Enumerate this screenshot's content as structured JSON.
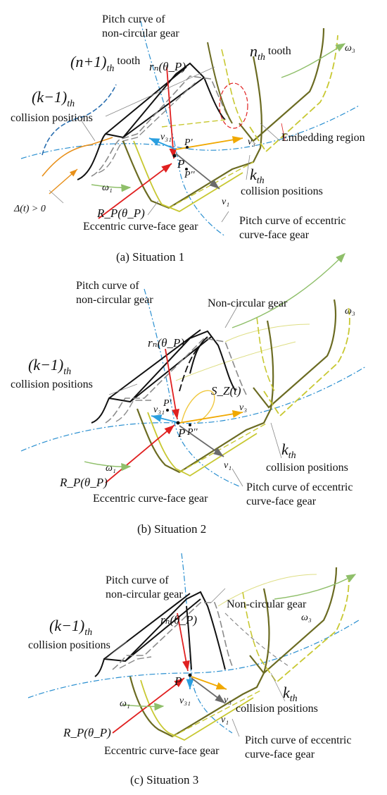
{
  "panels": [
    {
      "caption": "(a) Situation 1",
      "labels": {
        "pitch_noncircular": [
          "Pitch curve of",
          "non-circular gear"
        ],
        "n1_tooth_base": "(n+1)",
        "n1_tooth_sub": "th",
        "n1_tooth_word": " tooth",
        "rn": "rₙ(θ_P)",
        "nth_tooth_base": "n",
        "nth_tooth_sub": "th",
        "nth_tooth_word": " tooth",
        "omega3": "ω₃",
        "k1_base": "(k−1)",
        "k1_sub": "th",
        "collision": "collision positions",
        "embedding": "Embedding region",
        "v31": "v₃₁",
        "pprime": "P'",
        "v3": "v₃",
        "p": "P",
        "pdouble": "P''",
        "kth_base": "k",
        "kth_sub": "th",
        "kth_collision": "collision positions",
        "omega1": "ω₁",
        "delta": "Δ(t) > 0",
        "rp": "R_P(θ_P)",
        "v1": "v₁",
        "eccentric": "Eccentric curve-face gear",
        "pitch_eccentric": [
          "Pitch curve of eccentric",
          "curve-face gear"
        ]
      }
    },
    {
      "caption": "(b) Situation 2",
      "labels": {
        "pitch_noncircular": [
          "Pitch curve of",
          "non-circular gear"
        ],
        "noncircular": "Non-circular gear",
        "omega3": "ω₃",
        "rn": "rₙ(θ_P)",
        "k1_base": "(k−1)",
        "k1_sub": "th",
        "collision": "collision positions",
        "sz": "S_Z(t)",
        "v31": "v₃₁",
        "pprime": "P'",
        "v3": "v₃",
        "p": "P",
        "pdouble": "P''",
        "kth_base": "k",
        "kth_sub": "th",
        "kth_collision": "collision positions",
        "omega1": "ω₁",
        "v1": "v₁",
        "rp": "R_P(θ_P)",
        "eccentric": "Eccentric curve-face gear",
        "pitch_eccentric": [
          "Pitch curve of eccentric",
          "curve-face gear"
        ]
      }
    },
    {
      "caption": "(c) Situation 3",
      "labels": {
        "pitch_noncircular": [
          "Pitch curve of",
          "non-circular gear"
        ],
        "noncircular": "Non-circular gear",
        "rn": "rₙ(θ_P)",
        "omega3": "ω₃",
        "k1_base": "(k−1)",
        "k1_sub": "th",
        "collision": "collision positions",
        "p": "P",
        "omega1": "ω₁",
        "v31": "v₃₁",
        "v3": "v₃",
        "kth_base": "k",
        "kth_sub": "th",
        "kth_collision": "collision positions",
        "v1": "v₁",
        "rp": "R_P(θ_P)",
        "eccentric": "Eccentric curve-face gear",
        "pitch_eccentric": [
          "Pitch curve of eccentric",
          "curve-face gear"
        ]
      }
    }
  ],
  "colors": {
    "black_tooth": "#111111",
    "gray_tooth": "#8a8a8a",
    "olive_tooth": "#6b6b22",
    "yellow_tooth": "#c8c832",
    "blue_pitch": "#2a8fd0",
    "red_arrow": "#e02020",
    "orange": "#e8901a",
    "amber_arrow": "#f0a800",
    "gray_arrow": "#6a6a6a",
    "green_arrow": "#8fbf6a"
  }
}
